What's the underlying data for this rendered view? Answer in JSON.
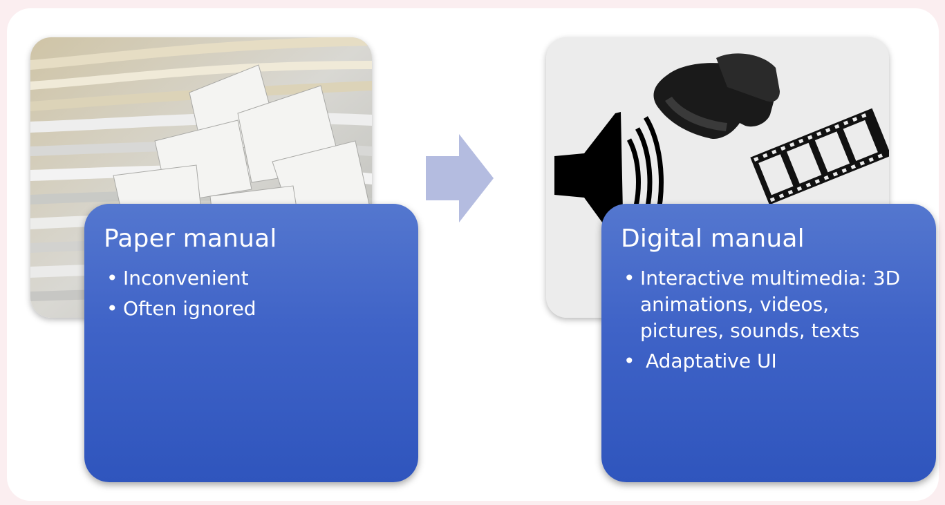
{
  "left_card": {
    "title": "Paper manual",
    "bullets": [
      "Inconvenient",
      "Often ignored"
    ]
  },
  "right_card": {
    "title": "Digital manual",
    "bullets": [
      "Interactive multimedia: 3D animations, videos, pictures, sounds, texts",
      "Adaptative UI"
    ]
  },
  "icons": [
    "paper-stack-photo",
    "speaker-icon",
    "vr-headset-icon",
    "film-strip-icon",
    "right-arrow-icon"
  ],
  "colors": {
    "card": "#3f63c7",
    "arrow": "#b4bce0",
    "background": "#fbeef0"
  }
}
